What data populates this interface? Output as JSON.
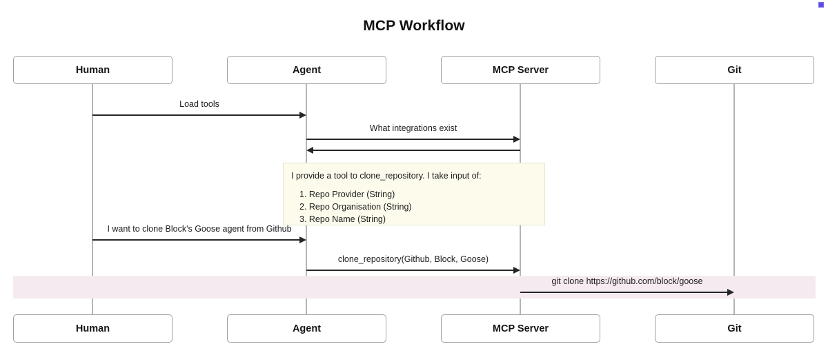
{
  "title": "MCP Workflow",
  "corner_marker": {
    "name": "corner-marker",
    "color": "#5b4ee6"
  },
  "colors": {
    "background": "#ffffff",
    "box_border": "#a0a0a0",
    "lifeline": "#b4b4b4",
    "arrow": "#262626",
    "note_background": "#fcfbec",
    "note_border": "#e8e6d2",
    "highlight_band": "#f6eaf1",
    "text": "#1c1c1c"
  },
  "participants": [
    {
      "id": "human",
      "label": "Human"
    },
    {
      "id": "agent",
      "label": "Agent"
    },
    {
      "id": "mcp-server",
      "label": "MCP Server"
    },
    {
      "id": "git",
      "label": "Git"
    }
  ],
  "messages": [
    {
      "id": "load-tools",
      "label": "Load tools",
      "from": "human",
      "to": "agent",
      "direction": "right"
    },
    {
      "id": "what-integrations-exist",
      "label": "What integrations exist",
      "from": "agent",
      "to": "mcp-server",
      "direction": "right"
    },
    {
      "id": "integrations-response",
      "label": "",
      "from": "mcp-server",
      "to": "agent",
      "direction": "left"
    },
    {
      "id": "clone-request",
      "label": "I want to clone Block's Goose agent from Github",
      "from": "human",
      "to": "agent",
      "direction": "right"
    },
    {
      "id": "clone-repository-call",
      "label": "clone_repository(Github, Block, Goose)",
      "from": "agent",
      "to": "mcp-server",
      "direction": "right"
    },
    {
      "id": "git-clone-command",
      "label": "git clone https://github.com/block/goose",
      "from": "mcp-server",
      "to": "git",
      "direction": "right"
    }
  ],
  "note": {
    "owner": "mcp-server",
    "heading": "I provide a tool to clone_repository. I take input of:",
    "items": [
      "1. Repo Provider (String)",
      "2. Repo Organisation (String)",
      "3. Repo Name (String)"
    ]
  },
  "highlight_band": {
    "id": "git-clone-highlight"
  }
}
